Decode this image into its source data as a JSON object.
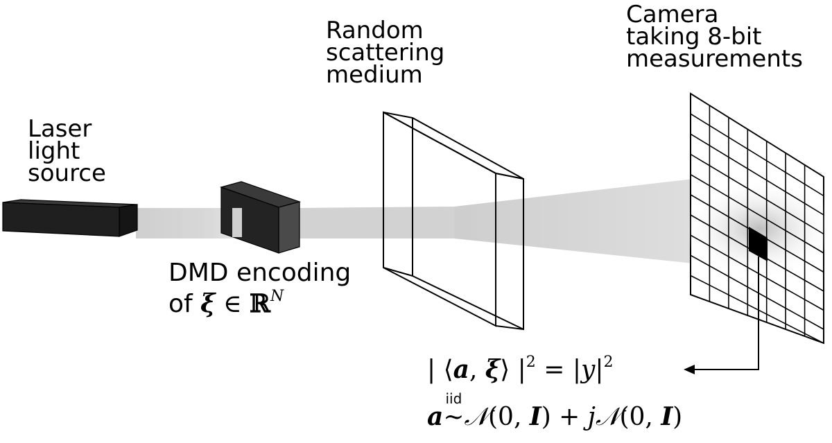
{
  "labels": {
    "laser": [
      "Laser",
      "light",
      "source"
    ],
    "medium": [
      "Random",
      "scattering",
      "medium"
    ],
    "camera": [
      "Camera",
      "taking 8-bit",
      "measurements"
    ],
    "dmd_line1": "DMD encoding",
    "dmd_line2_prefix": "of ",
    "dmd_xi": "ξ",
    "dmd_in": " ∈ ",
    "dmd_R": "ℝ",
    "dmd_N": "N"
  },
  "equations": {
    "eq1_left": "| ⟨",
    "eq1_a": "a",
    "eq1_comma": ", ",
    "eq1_xi": "ξ",
    "eq1_close": "⟩ |",
    "eq1_exp": "2",
    "eq1_eq": " = |",
    "eq1_y": "y",
    "eq1_bar": "|",
    "eq1_exp2": "2",
    "eq2_a": "a",
    "eq2_iid": "iid",
    "eq2_tilde": " ∼ ",
    "eq2_N1": "𝒩",
    "eq2_args1_open": "(0, ",
    "eq2_I1": "I",
    "eq2_args1_close": ") + ",
    "eq2_j": "j",
    "eq2_N2": "𝒩",
    "eq2_args2_open": "(0, ",
    "eq2_I2": "I",
    "eq2_args2_close": ")"
  },
  "colors": {
    "device": "#1f1f1f",
    "beam": "#c9c9c9",
    "highlight_pixel": "#000000"
  }
}
